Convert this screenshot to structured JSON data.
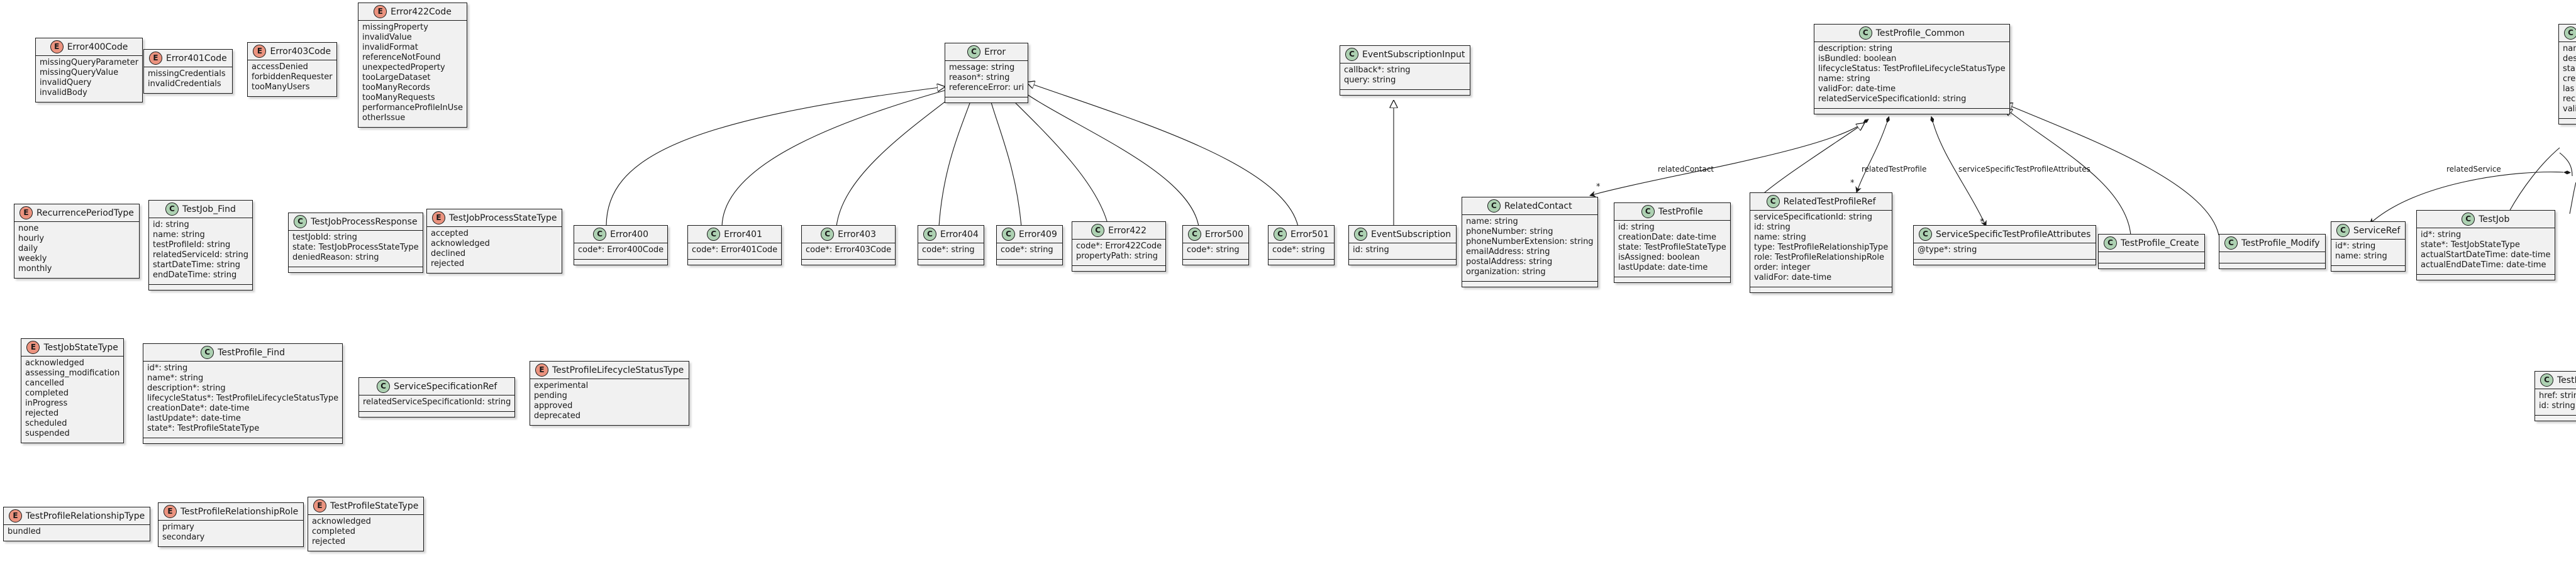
{
  "classes": {
    "error400code": {
      "kind": "E",
      "name": "Error400Code",
      "fields": [
        "missingQueryParameter",
        "missingQueryValue",
        "invalidQuery",
        "invalidBody"
      ]
    },
    "error401code": {
      "kind": "E",
      "name": "Error401Code",
      "fields": [
        "missingCredentials",
        "invalidCredentials"
      ]
    },
    "error403code": {
      "kind": "E",
      "name": "Error403Code",
      "fields": [
        "accessDenied",
        "forbiddenRequester",
        "tooManyUsers"
      ]
    },
    "error422code": {
      "kind": "E",
      "name": "Error422Code",
      "fields": [
        "missingProperty",
        "invalidValue",
        "invalidFormat",
        "referenceNotFound",
        "unexpectedProperty",
        "tooLargeDataset",
        "tooManyRecords",
        "tooManyRequests",
        "performanceProfileInUse",
        "otherIssue"
      ]
    },
    "error": {
      "kind": "C",
      "name": "Error",
      "fields": [
        "message: string",
        "reason*: string",
        "referenceError: uri"
      ]
    },
    "eventsubscriptioninput": {
      "kind": "C",
      "name": "EventSubscriptionInput",
      "fields": [
        "callback*: string",
        "query: string"
      ]
    },
    "testprofile_common": {
      "kind": "C",
      "name": "TestProfile_Common",
      "fields": [
        "description: string",
        "isBundled: boolean",
        "lifecycleStatus: TestProfileLifecycleStatusType",
        "name: string",
        "validFor: date-time",
        "relatedServiceSpecificationId: string"
      ]
    },
    "recurrenceperiodtype": {
      "kind": "E",
      "name": "RecurrencePeriodType",
      "fields": [
        "none",
        "hourly",
        "daily",
        "weekly",
        "monthly"
      ]
    },
    "testjob_find": {
      "kind": "C",
      "name": "TestJob_Find",
      "fields": [
        "id: string",
        "name: string",
        "testProfileId: string",
        "relatedServiceId: string",
        "startDateTime: string",
        "endDateTime: string"
      ]
    },
    "testjobprocessresponse": {
      "kind": "C",
      "name": "TestJobProcessResponse",
      "fields": [
        "testJobId: string",
        "state: TestJobProcessStateType",
        "deniedReason: string"
      ]
    },
    "testjobprocessstatetype": {
      "kind": "E",
      "name": "TestJobProcessStateType",
      "fields": [
        "accepted",
        "acknowledged",
        "declined",
        "rejected"
      ]
    },
    "error400": {
      "kind": "C",
      "name": "Error400",
      "fields": [
        "code*: Error400Code"
      ]
    },
    "error401": {
      "kind": "C",
      "name": "Error401",
      "fields": [
        "code*: Error401Code"
      ]
    },
    "error403": {
      "kind": "C",
      "name": "Error403",
      "fields": [
        "code*: Error403Code"
      ]
    },
    "error404": {
      "kind": "C",
      "name": "Error404",
      "fields": [
        "code*: string"
      ]
    },
    "error409": {
      "kind": "C",
      "name": "Error409",
      "fields": [
        "code*: string"
      ]
    },
    "error422": {
      "kind": "C",
      "name": "Error422",
      "fields": [
        "code*: Error422Code",
        "propertyPath: string"
      ]
    },
    "error500": {
      "kind": "C",
      "name": "Error500",
      "fields": [
        "code*: string"
      ]
    },
    "error501": {
      "kind": "C",
      "name": "Error501",
      "fields": [
        "code*: string"
      ]
    },
    "eventsubscription": {
      "kind": "C",
      "name": "EventSubscription",
      "fields": [
        "id: string"
      ]
    },
    "relatedcontact": {
      "kind": "C",
      "name": "RelatedContact",
      "fields": [
        "name: string",
        "phoneNumber: string",
        "phoneNumberExtension: string",
        "emailAddress: string",
        "postalAddress: string",
        "organization: string"
      ]
    },
    "testprofile": {
      "kind": "C",
      "name": "TestProfile",
      "fields": [
        "id: string",
        "creationDate: date-time",
        "state: TestProfileStateType",
        "isAssigned: boolean",
        "lastUpdate: date-time"
      ]
    },
    "relatedtestprofileref": {
      "kind": "C",
      "name": "RelatedTestProfileRef",
      "fields": [
        "serviceSpecificationId: string",
        "id: string",
        "name: string",
        "type: TestProfileRelationshipType",
        "role: TestProfileRelationshipRole",
        "order: integer",
        "validFor: date-time"
      ]
    },
    "servicespecifictestprofileattributes": {
      "kind": "C",
      "name": "ServiceSpecificTestProfileAttributes",
      "fields": [
        "@type*: string"
      ]
    },
    "testprofile_create": {
      "kind": "C",
      "name": "TestProfile_Create",
      "fields": []
    },
    "testprofile_modify": {
      "kind": "C",
      "name": "TestProfile_Modify",
      "fields": []
    },
    "serviceref": {
      "kind": "C",
      "name": "ServiceRef",
      "fields": [
        "id*: string",
        "name: string"
      ]
    },
    "testjob": {
      "kind": "C",
      "name": "TestJob",
      "fields": [
        "id*: string",
        "state*: TestJobStateType",
        "actualStartDateTime: date-time",
        "actualEndDateTime: date-time"
      ]
    },
    "testjobstatetype": {
      "kind": "E",
      "name": "TestJobStateType",
      "fields": [
        "acknowledged",
        "assessing_modification",
        "cancelled",
        "completed",
        "inProgress",
        "rejected",
        "scheduled",
        "suspended"
      ]
    },
    "testprofile_find": {
      "kind": "C",
      "name": "TestProfile_Find",
      "fields": [
        "id*: string",
        "name*: string",
        "description*: string",
        "lifecycleStatus*: TestProfileLifecycleStatusType",
        "creationDate*: date-time",
        "lastUpdate*: date-time",
        "state*: TestProfileStateType"
      ]
    },
    "servicespecificationref": {
      "kind": "C",
      "name": "ServiceSpecificationRef",
      "fields": [
        "relatedServiceSpecificationId: string"
      ]
    },
    "testprofilelifecyclestatustype": {
      "kind": "E",
      "name": "TestProfileLifecycleStatusType",
      "fields": [
        "experimental",
        "pending",
        "approved",
        "deprecated"
      ]
    },
    "testprofilerelationshiptype": {
      "kind": "E",
      "name": "TestProfileRelationshipType",
      "fields": [
        "bundled"
      ]
    },
    "testprofilerelationshiprole": {
      "kind": "E",
      "name": "TestProfileRelationshipRole",
      "fields": [
        "primary",
        "secondary"
      ]
    },
    "testprofilestatetype": {
      "kind": "E",
      "name": "TestProfileStateType",
      "fields": [
        "acknowledged",
        "completed",
        "rejected"
      ]
    },
    "partial_top_right": {
      "kind": "C",
      "name": "",
      "fields": [
        "nam",
        "des",
        "sta",
        "cre",
        "las",
        "rec",
        "vali"
      ]
    },
    "partial_bottom_right": {
      "kind": "C",
      "name": "TestF",
      "fields": [
        "href: strin",
        "id: string"
      ]
    }
  },
  "edge_labels": {
    "related_contact": "relatedContact",
    "related_test_profile": "relatedTestProfile",
    "service_specific_attrs": "serviceSpecificTestProfileAttributes",
    "related_service": "relatedService"
  },
  "multiplicity": "*",
  "colors": {
    "class_badge": "#add1b2",
    "enum_badge": "#eb937f",
    "box_fill": "#f1f1f1",
    "line": "#181818"
  }
}
